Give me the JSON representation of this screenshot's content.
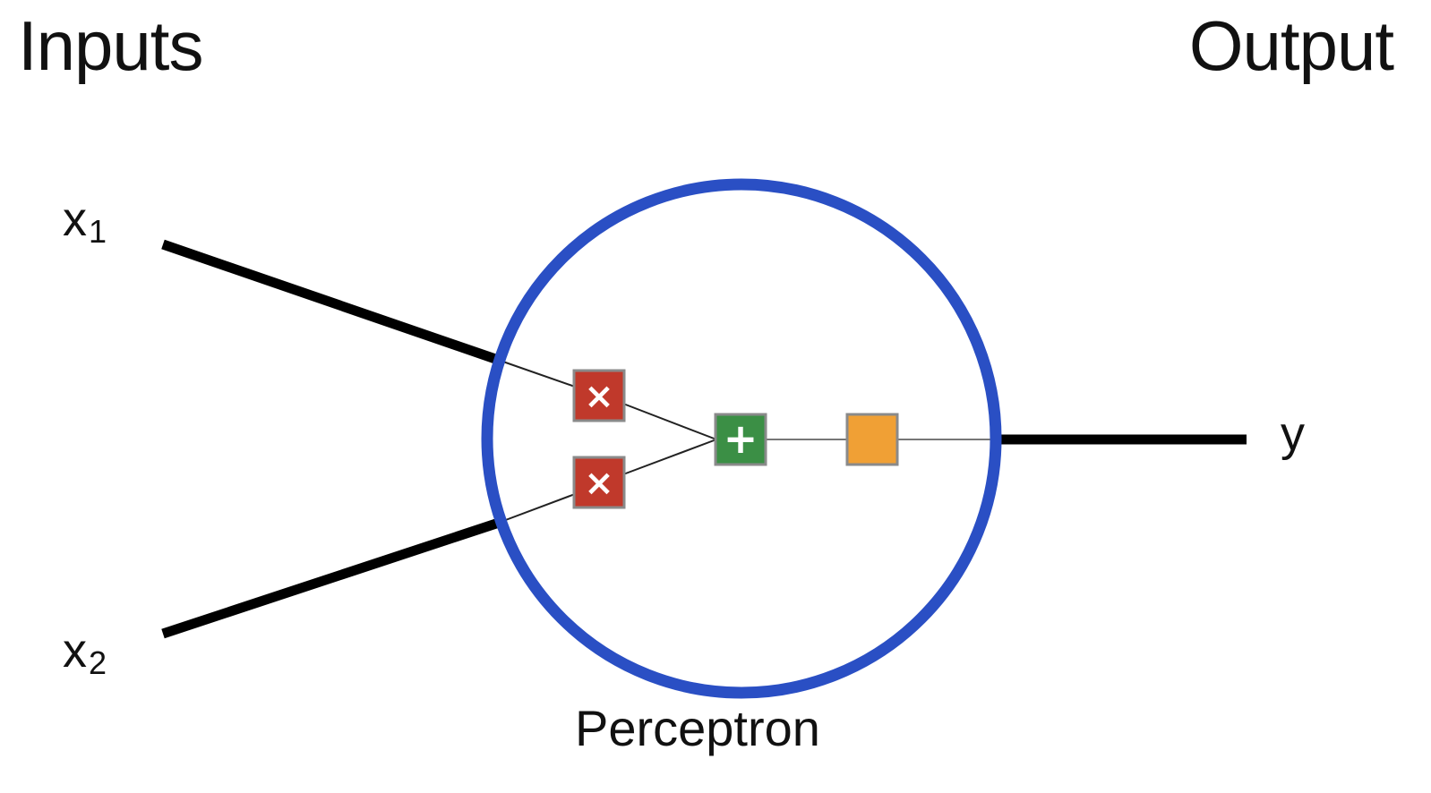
{
  "headings": {
    "inputs": "Inputs",
    "output": "Output"
  },
  "inputs": [
    {
      "symbol": "x",
      "subscript": "1"
    },
    {
      "symbol": "x",
      "subscript": "2"
    }
  ],
  "output": {
    "symbol": "y"
  },
  "node": {
    "caption": "Perceptron",
    "ring_color": "#2a4fc4",
    "operations": [
      {
        "name": "multiply",
        "glyph": "×",
        "color": "#c0392b"
      },
      {
        "name": "multiply",
        "glyph": "×",
        "color": "#c0392b"
      },
      {
        "name": "add",
        "glyph": "+",
        "color": "#3b8f45"
      },
      {
        "name": "activation",
        "glyph": "",
        "color": "#f0a035"
      }
    ]
  }
}
